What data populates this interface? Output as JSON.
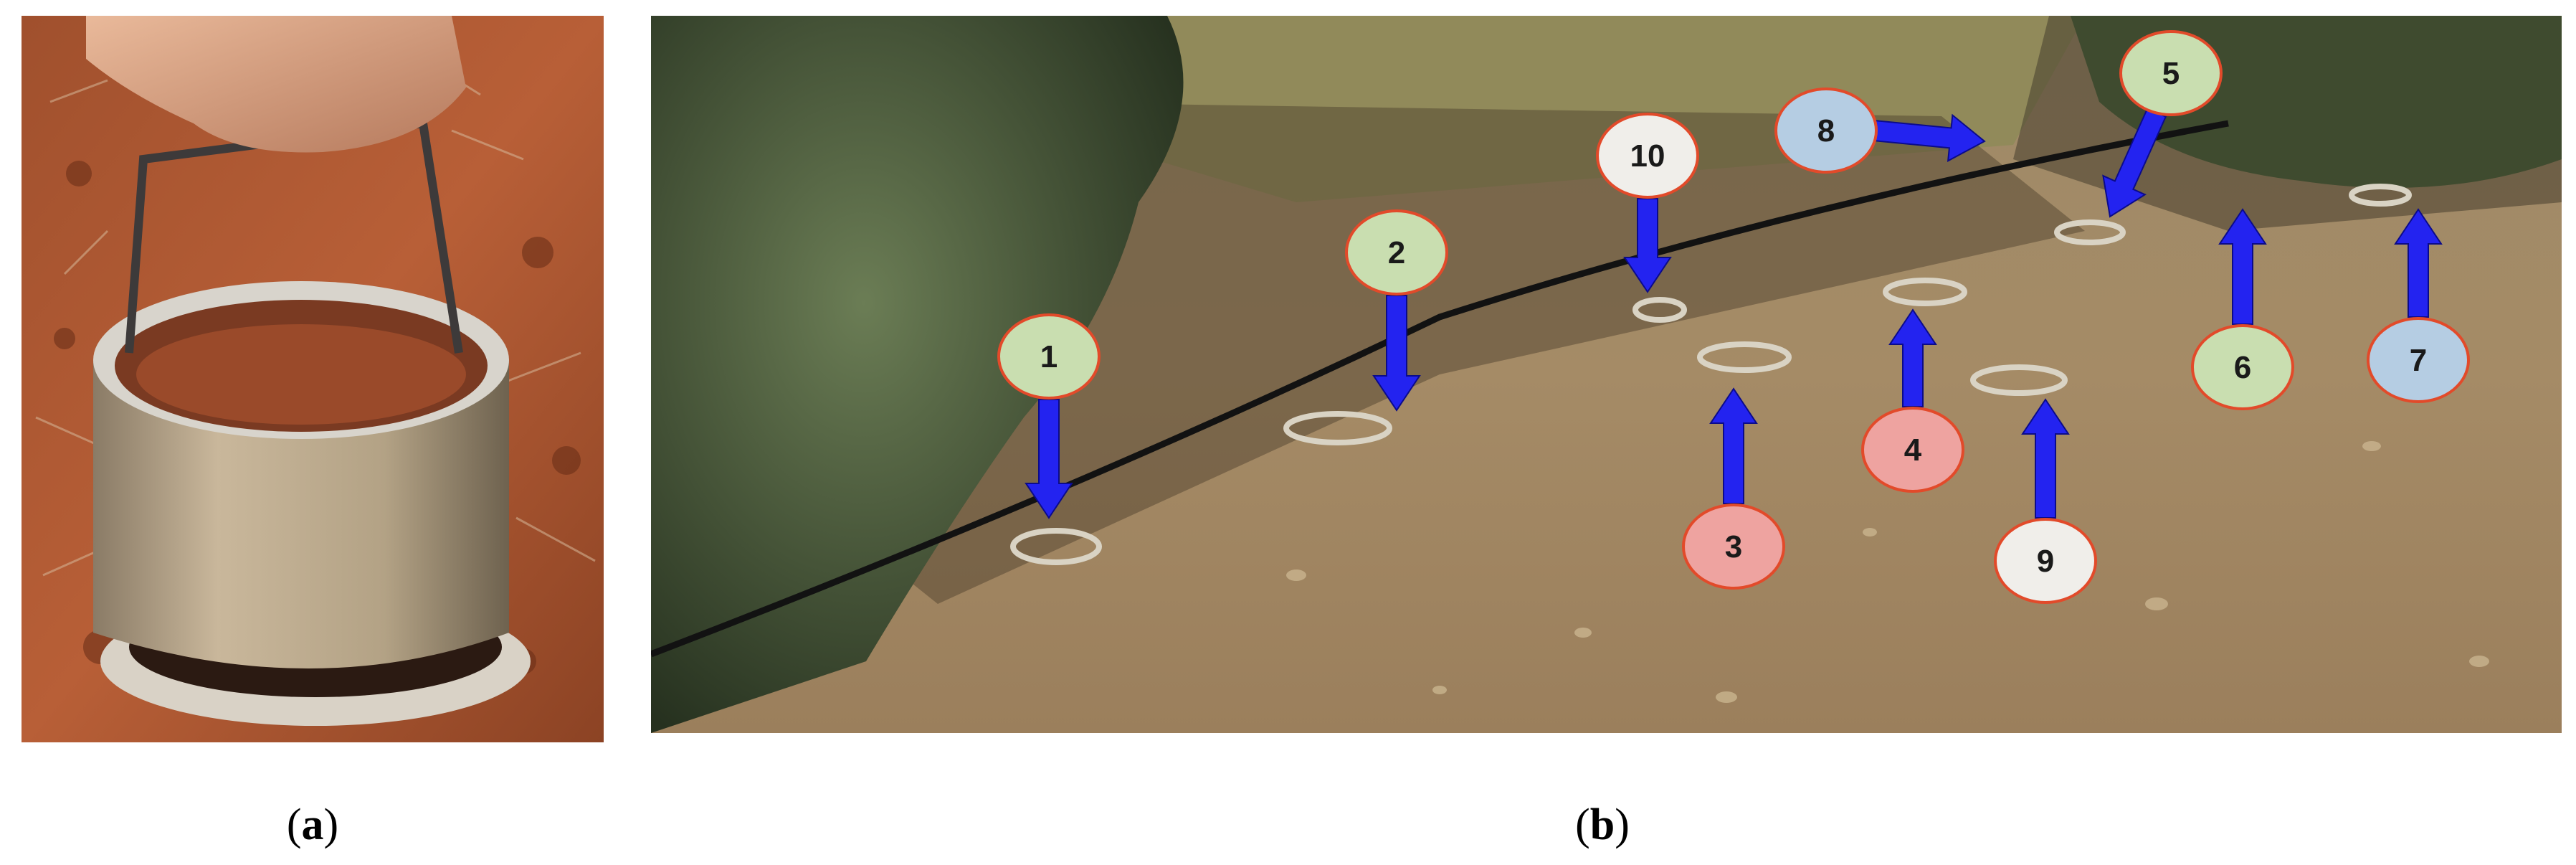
{
  "panel_a": {
    "caption_letter": "a"
  },
  "panel_b": {
    "caption_letter": "b",
    "markers": [
      {
        "label": "1",
        "color": "#c9deb0"
      },
      {
        "label": "2",
        "color": "#c9deb0"
      },
      {
        "label": "3",
        "color": "#eea3a0"
      },
      {
        "label": "4",
        "color": "#eea3a0"
      },
      {
        "label": "5",
        "color": "#c9deb0"
      },
      {
        "label": "6",
        "color": "#c9deb0"
      },
      {
        "label": "7",
        "color": "#b5cde3"
      },
      {
        "label": "8",
        "color": "#b5cde3"
      },
      {
        "label": "9",
        "color": "#f0eeea"
      },
      {
        "label": "10",
        "color": "#f0eeea"
      }
    ],
    "arrow_color": "#2323f0",
    "marker_border": "#e24a2a"
  }
}
